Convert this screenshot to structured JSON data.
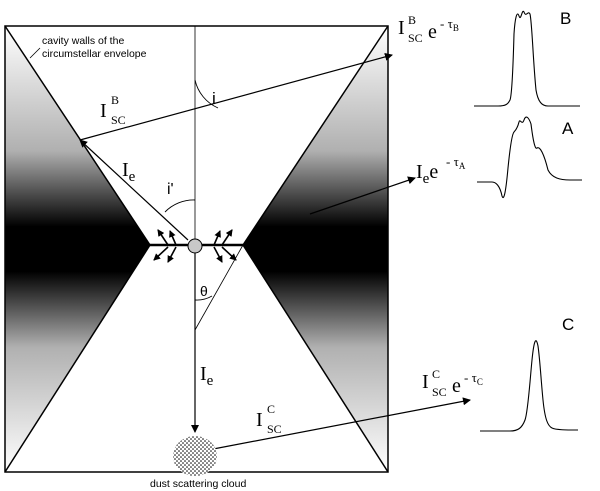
{
  "envelope": {
    "walls_label_line1": "cavity walls of the",
    "walls_label_line2": "circumstellar envelope",
    "cloud_label": "dust scattering cloud"
  },
  "angles": {
    "i": "i",
    "i_prime": "i'",
    "theta": "θ"
  },
  "beams": {
    "ie_upper": {
      "main": "I",
      "sub": "e"
    },
    "ie_lower": {
      "main": "I",
      "sub": "e"
    },
    "isc_b": {
      "main": "I",
      "sup": "B",
      "sub": "SC"
    },
    "isc_c": {
      "main": "I",
      "sup": "C",
      "sub": "SC"
    }
  },
  "outputs": {
    "B": {
      "letter": "B",
      "main": "I",
      "sup": "B",
      "sub": "SC",
      "exp": "e",
      "tau": "- τ",
      "tau_sub": "B"
    },
    "A": {
      "letter": "A",
      "main": "I",
      "sub": "e",
      "exp": "e",
      "tau": "- τ",
      "tau_sub": "A"
    },
    "C": {
      "letter": "C",
      "main": "I",
      "sup": "C",
      "sub": "SC",
      "exp": "e",
      "tau": "- τ",
      "tau_sub": "C"
    }
  },
  "colors": {
    "ink": "#000000",
    "shade_dark": "#000000",
    "shade_light": "#ffffff",
    "star": "#c8c8c8"
  }
}
